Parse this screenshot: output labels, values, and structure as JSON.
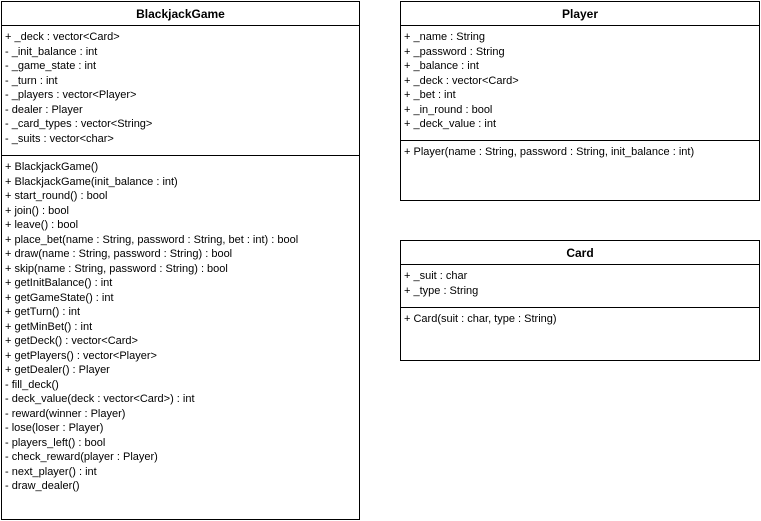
{
  "classes": {
    "blackjack": {
      "name": "BlackjackGame",
      "attributes": [
        "+ _deck : vector<Card>",
        "- _init_balance : int",
        "- _game_state : int",
        "- _turn : int",
        "- _players : vector<Player>",
        "- dealer : Player",
        "- _card_types : vector<String>",
        "- _suits : vector<char>"
      ],
      "methods": [
        "+ BlackjackGame()",
        "+ BlackjackGame(init_balance : int)",
        "+ start_round() : bool",
        "+ join() : bool",
        "+ leave() : bool",
        "+ place_bet(name : String, password : String, bet : int) : bool",
        "+ draw(name : String, password : String) : bool",
        "+ skip(name : String, password : String) : bool",
        "+ getInitBalance() : int",
        "+ getGameState() : int",
        "+ getTurn() : int",
        "+ getMinBet() : int",
        "+ getDeck() : vector<Card>",
        "+ getPlayers() : vector<Player>",
        "+ getDealer() : Player",
        "- fill_deck()",
        "- deck_value(deck : vector<Card>) : int",
        "- reward(winner : Player)",
        "- lose(loser : Player)",
        "- players_left() : bool",
        "- check_reward(player : Player)",
        "- next_player() : int",
        "- draw_dealer()"
      ]
    },
    "player": {
      "name": "Player",
      "attributes": [
        "+ _name : String",
        "+ _password : String",
        "+ _balance : int",
        "+ _deck : vector<Card>",
        "+ _bet : int",
        "+ _in_round : bool",
        "+ _deck_value : int"
      ],
      "methods": [
        "+ Player(name : String, password : String, init_balance : int)"
      ]
    },
    "card": {
      "name": "Card",
      "attributes": [
        "+ _suit : char",
        "+ _type : String"
      ],
      "methods": [
        "+ Card(suit : char, type : String)"
      ]
    }
  }
}
